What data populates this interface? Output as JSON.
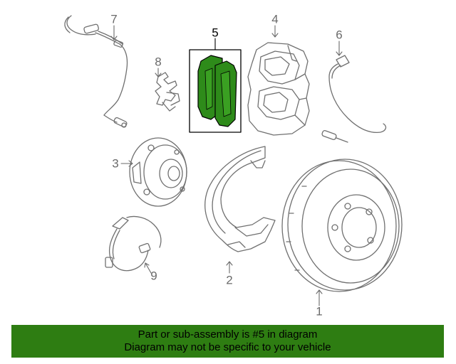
{
  "callouts": {
    "c1": "1",
    "c2": "2",
    "c3": "3",
    "c4": "4",
    "c5": "5",
    "c6": "6",
    "c7": "7",
    "c8": "8",
    "c9": "9"
  },
  "banner": {
    "line1": "Part or sub-assembly is #5 in diagram",
    "line2": "Diagram may not be specific to your vehicle"
  },
  "colors": {
    "highlight_fill": "#2e8b1a",
    "banner_bg": "#2e7d12",
    "line": "#6a6a6a"
  }
}
